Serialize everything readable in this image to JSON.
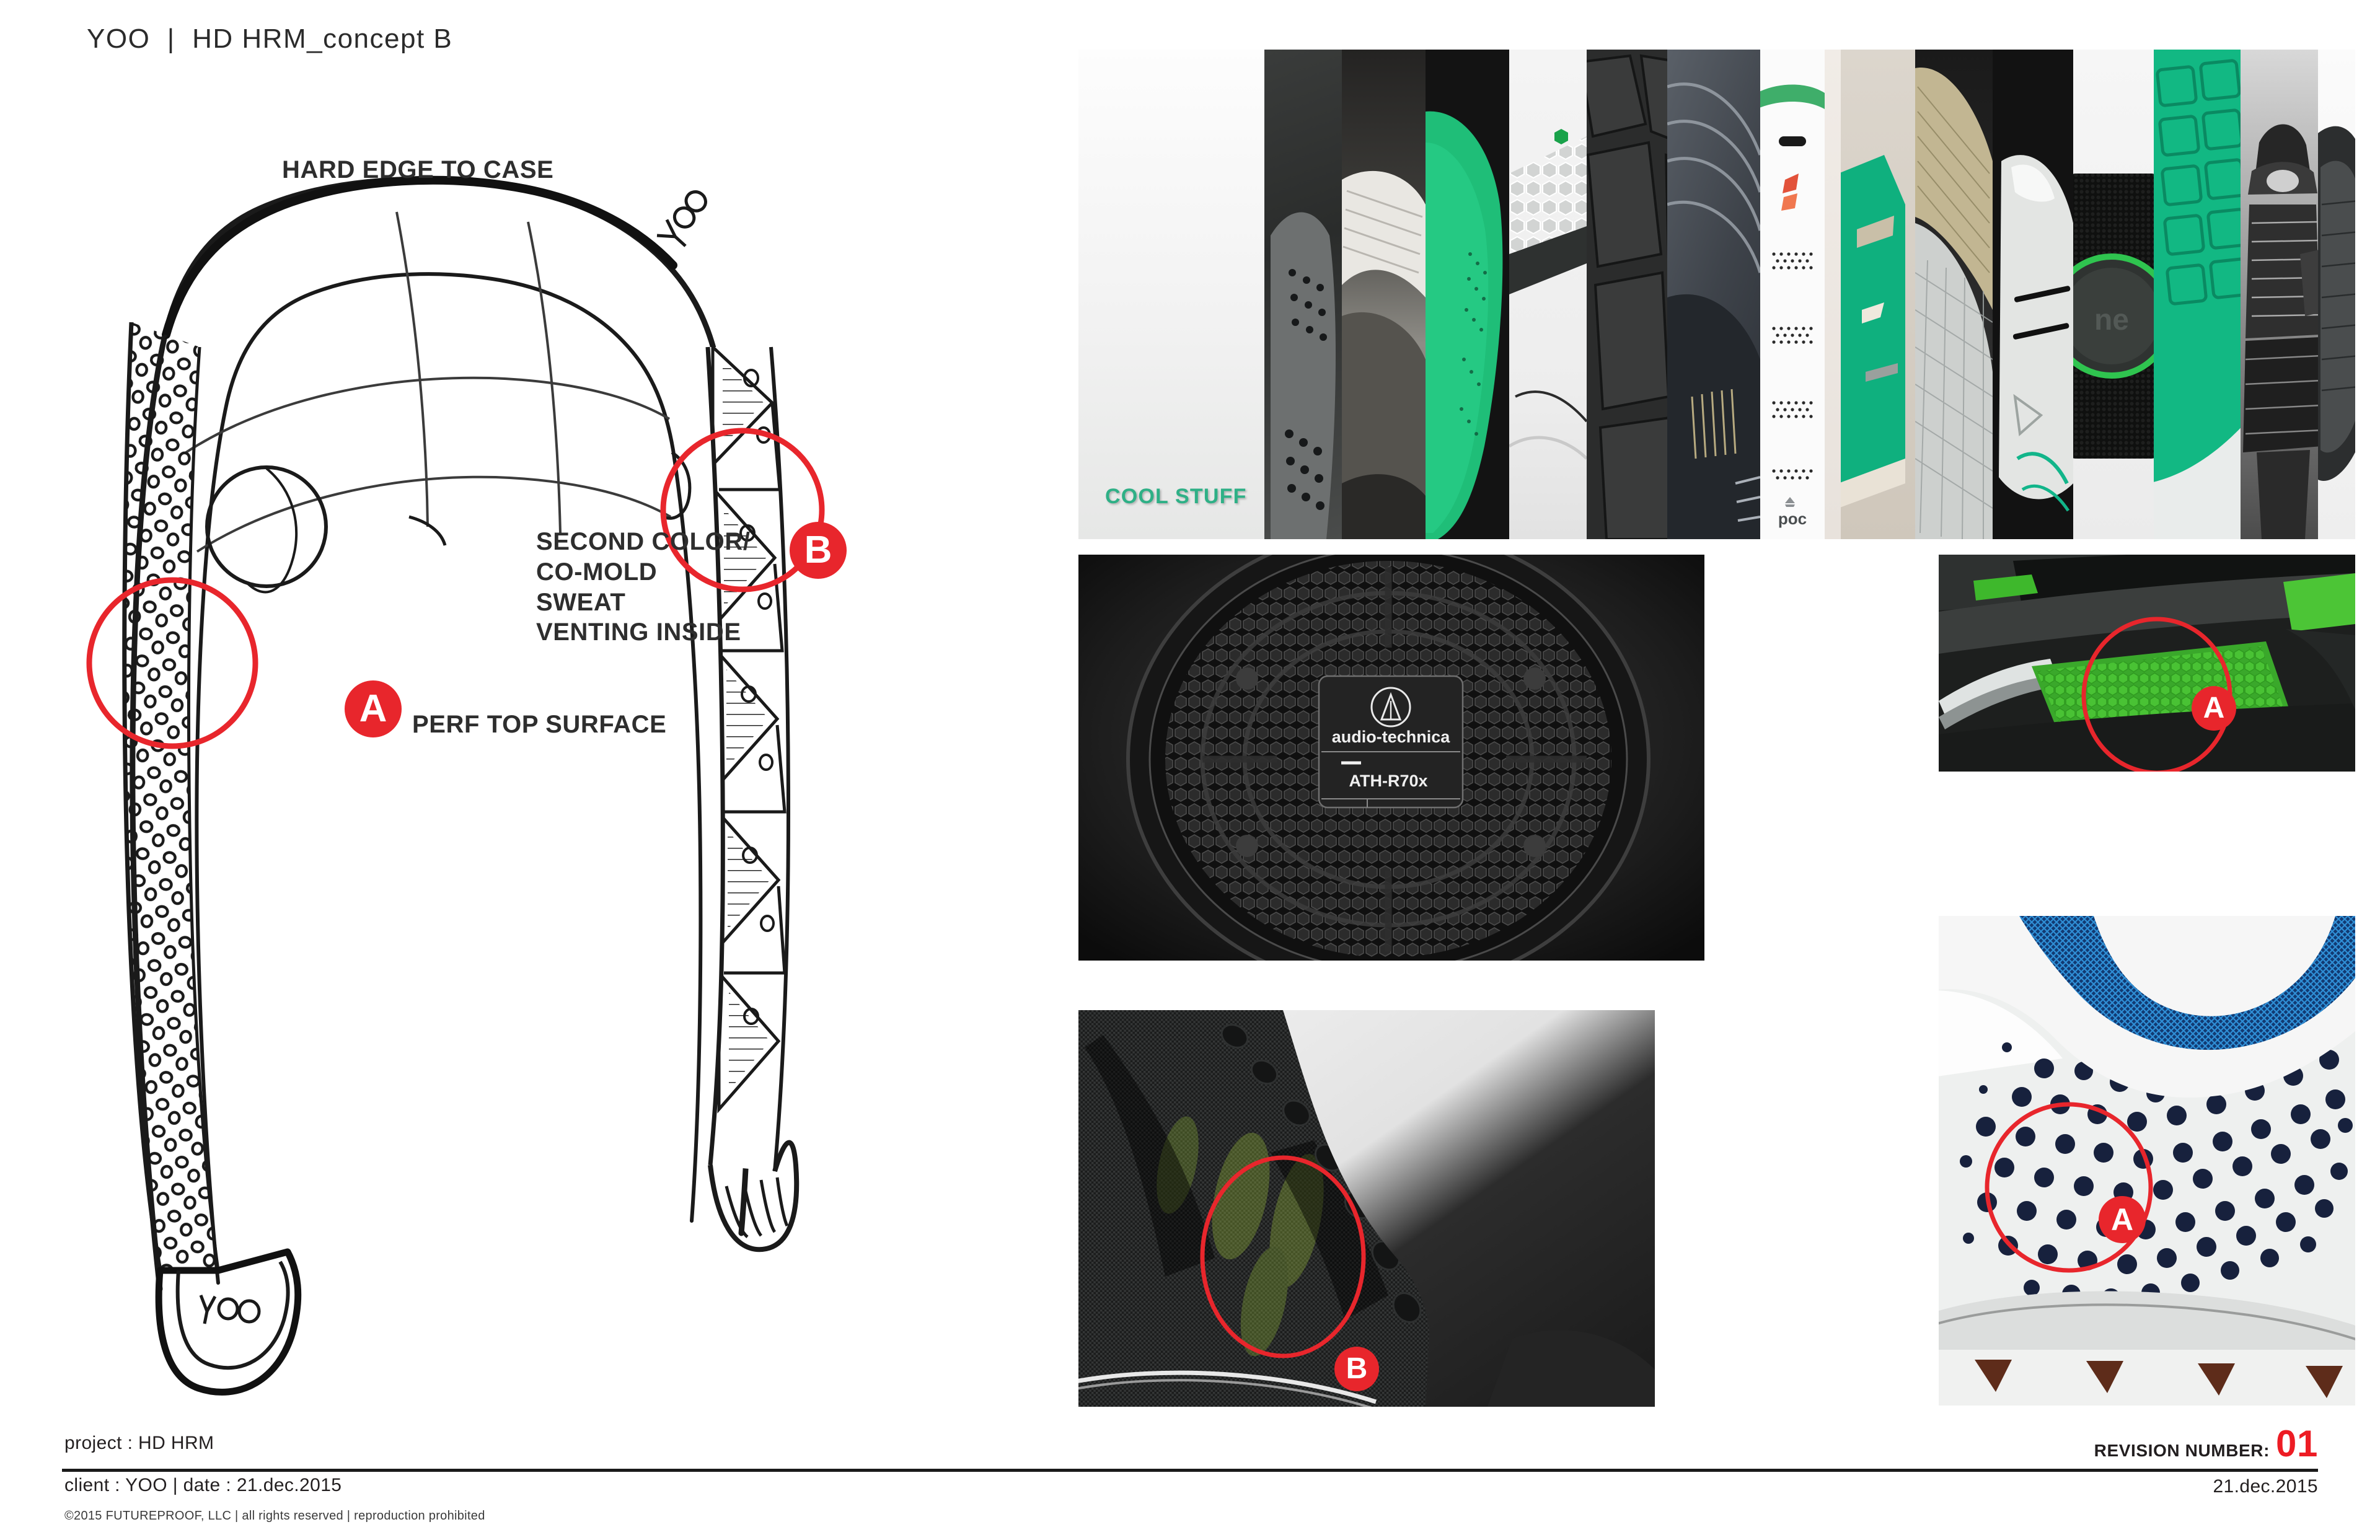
{
  "header": {
    "title": "YOO  |  HD HRM_concept B"
  },
  "accent": {
    "red": "#e8262c",
    "green": "#2eb086",
    "rev_red": "#ed1c24"
  },
  "sketch": {
    "logo_mark": "yoo",
    "annotations": [
      {
        "id": "hard-edge",
        "text": "HARD EDGE TO CASE"
      },
      {
        "id": "second-color",
        "text": "SECOND COLOR/\nCO-MOLD\nSWEAT\nVENTING INSIDE"
      },
      {
        "id": "perf-top",
        "text": "PERF TOP SURFACE"
      }
    ],
    "callouts": [
      {
        "id": "sketch-callout-a",
        "label": "A"
      },
      {
        "id": "sketch-callout-b",
        "label": "B"
      }
    ]
  },
  "moodboard": {
    "caption": "COOL STUFF",
    "tiles": [
      {
        "id": "tile-blank",
        "name": "blank-gradient"
      },
      {
        "id": "tile-glove",
        "name": "grip-glove"
      },
      {
        "id": "tile-sleeve",
        "name": "ribbed-sleeve"
      },
      {
        "id": "tile-green-knit",
        "name": "green-knit-shoe"
      },
      {
        "id": "tile-hex-mesh",
        "name": "hex-mesh-panel"
      },
      {
        "id": "tile-tread",
        "name": "black-tread-pad"
      },
      {
        "id": "tile-tire",
        "name": "tire-sidewall"
      },
      {
        "id": "tile-poc",
        "name": "poc-device"
      },
      {
        "id": "tile-green-door",
        "name": "green-form"
      },
      {
        "id": "tile-weave",
        "name": "woven-fiber"
      },
      {
        "id": "tile-white-sole",
        "name": "white-sole-detail"
      },
      {
        "id": "tile-nest",
        "name": "nest-thermostat"
      },
      {
        "id": "tile-green-tread",
        "name": "green-lug-sole"
      },
      {
        "id": "tile-samurai",
        "name": "samurai-armor"
      },
      {
        "id": "tile-backplate",
        "name": "back-protector"
      }
    ],
    "poc_logo": "poc"
  },
  "photos": [
    {
      "id": "headphone",
      "name": "audio-technica-headphone",
      "brand": "audio-technica",
      "model": "ATH-R70x",
      "callout": null
    },
    {
      "id": "green-mesh",
      "name": "green-honeycomb-pad",
      "callout": "A"
    },
    {
      "id": "dark-shoe",
      "name": "black-mesh-shoe-upper",
      "callout": "B"
    },
    {
      "id": "white-shoe",
      "name": "perforated-shoe-upper",
      "callout": "A"
    }
  ],
  "footer": {
    "project": "project :  HD HRM",
    "client": "client :  YOO   |   date : 21.dec.2015",
    "copyright": "©2015 FUTUREPROOF, LLC  |  all rights reserved  |  reproduction prohibited",
    "revision_label": "REVISION NUMBER:",
    "revision_number": "01",
    "date": "21.dec.2015"
  }
}
